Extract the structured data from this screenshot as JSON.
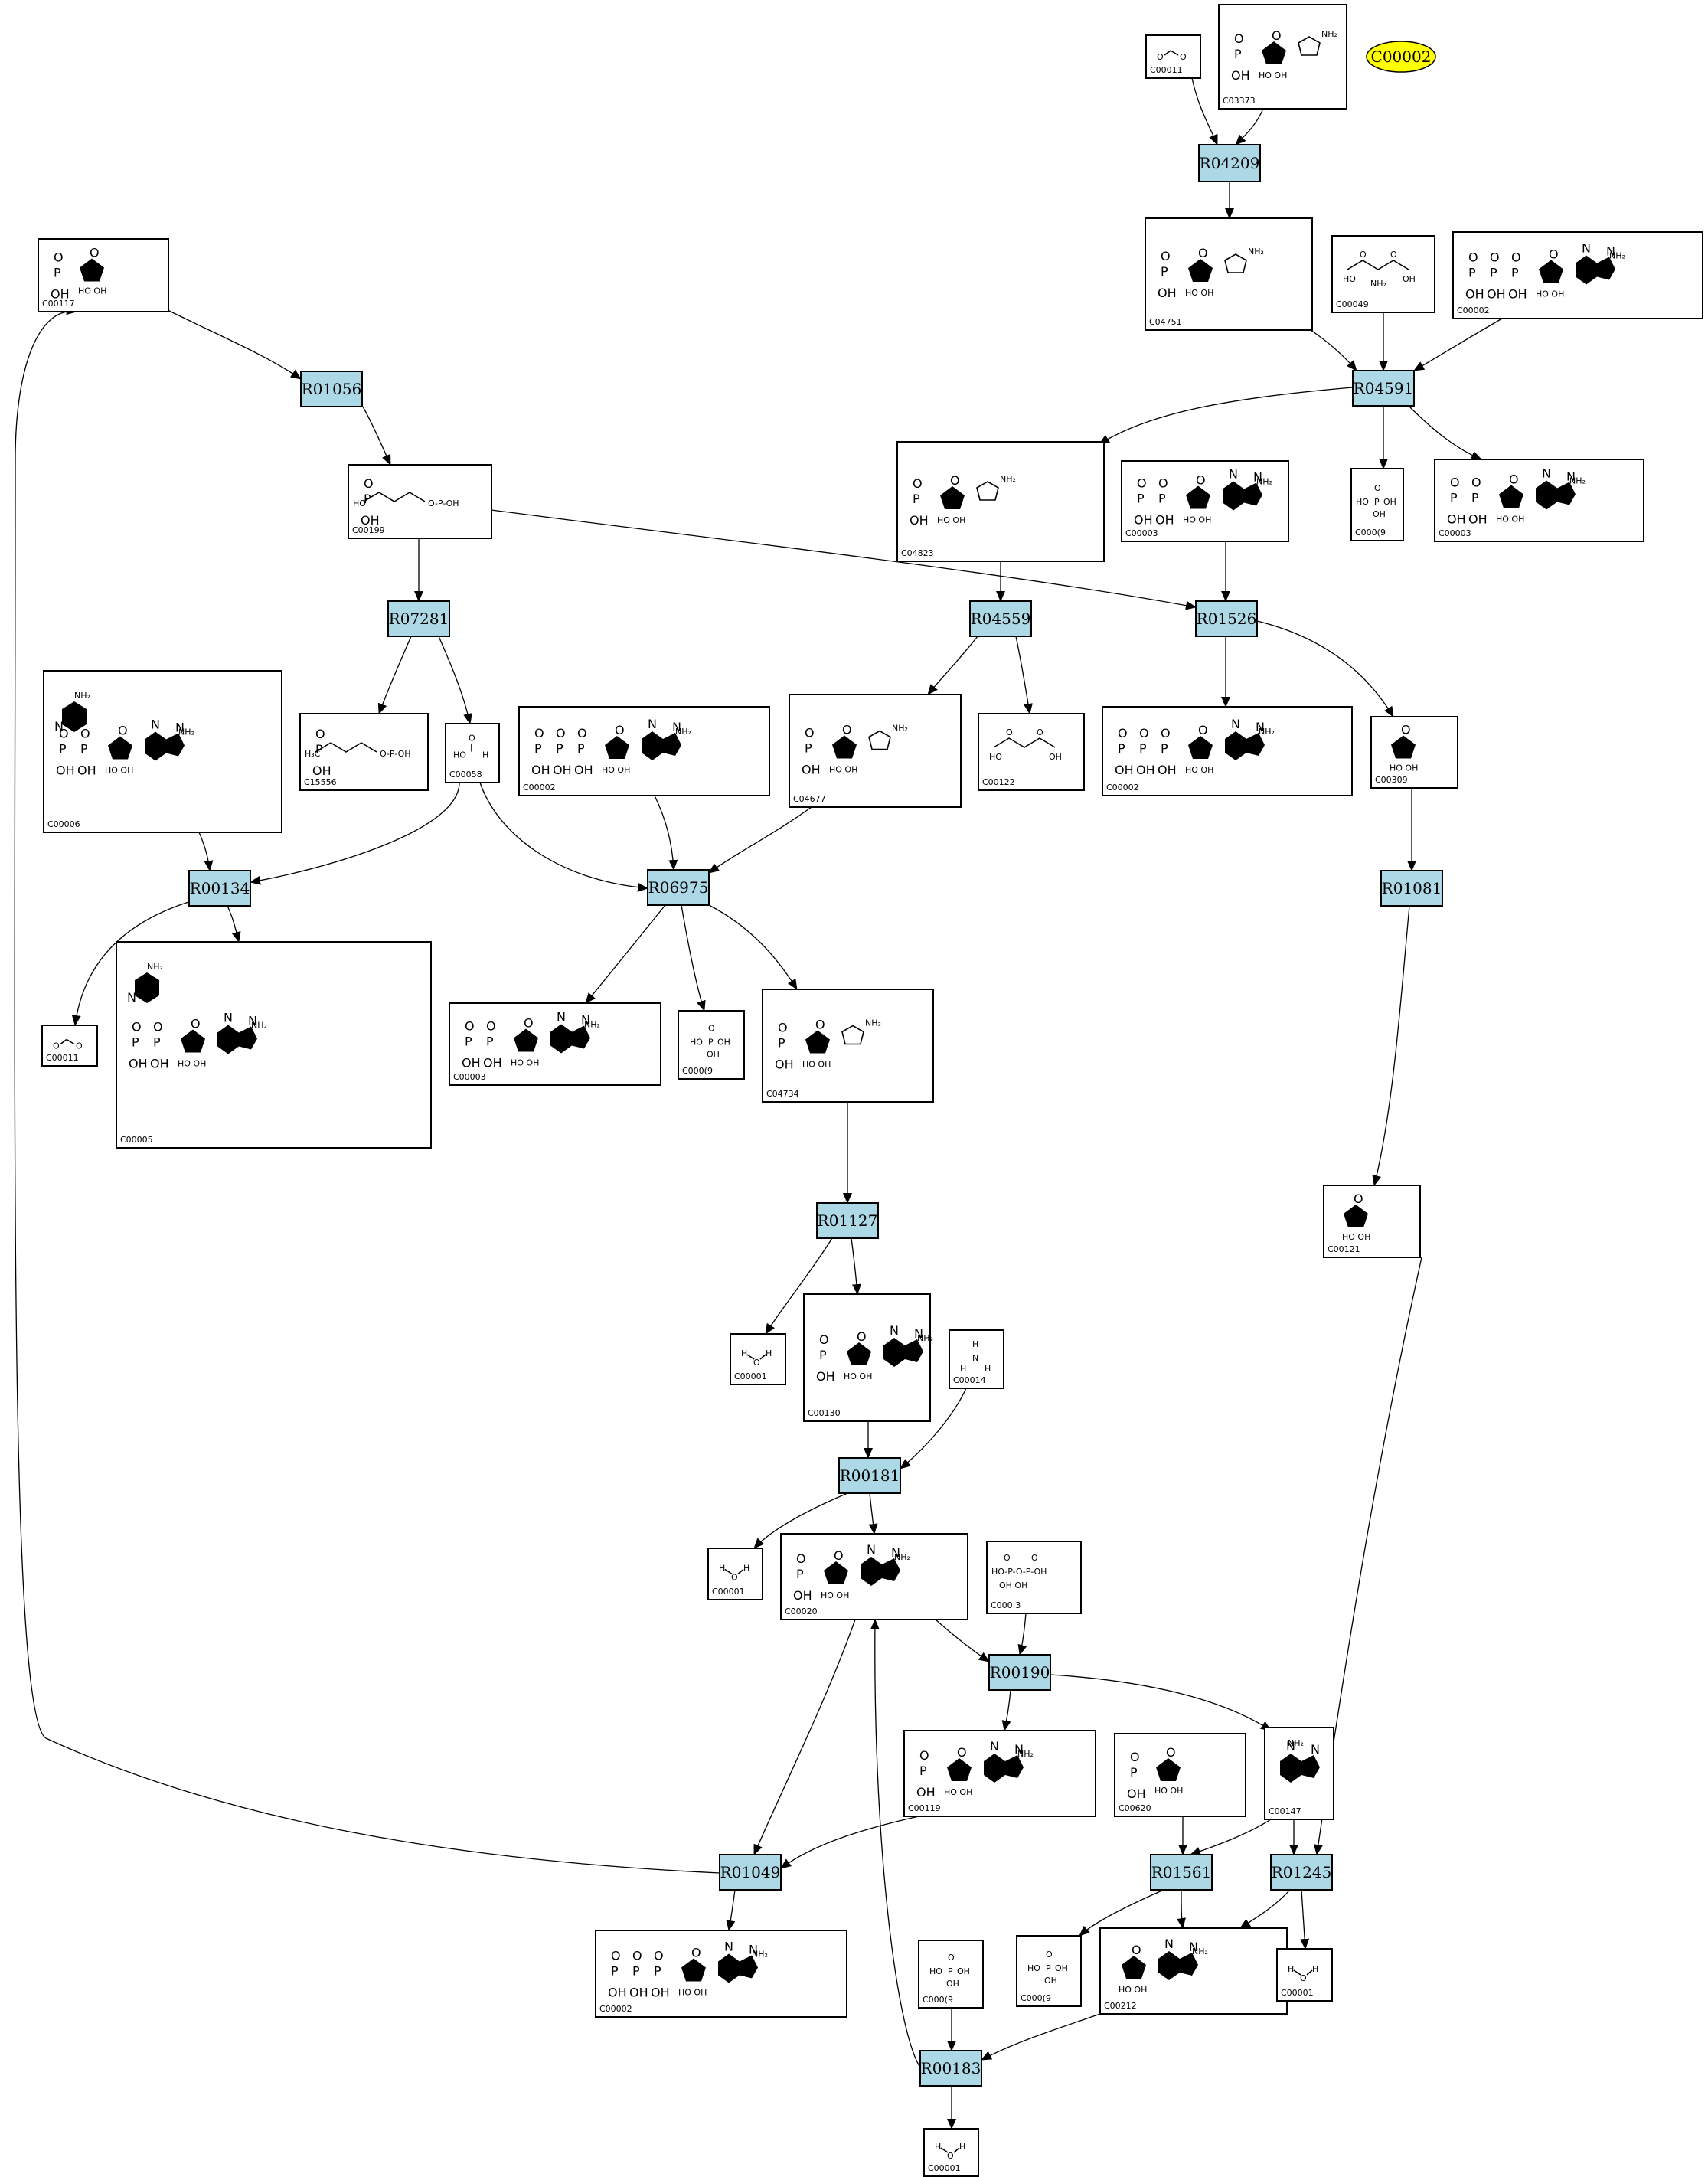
{
  "highlight": "C00002",
  "reactions": [
    "R04209",
    "R01056",
    "R04591",
    "R07281",
    "R04559",
    "R01526",
    "R00134",
    "R06975",
    "R01081",
    "R01127",
    "R00181",
    "R00190",
    "R01049",
    "R01561",
    "R01245",
    "R00183"
  ],
  "compounds": [
    "C00011",
    "C03373",
    "C00117",
    "C04751",
    "C00049",
    "C00002",
    "C00199",
    "C04823",
    "C00003",
    "C00009",
    "C00006",
    "C15556",
    "C00058",
    "C04677",
    "C00122",
    "C00309",
    "C00005",
    "C04734",
    "C00121",
    "C00001",
    "C00130",
    "C00014",
    "C00020",
    "C00013",
    "C00119",
    "C00620",
    "C00147",
    "C00212"
  ],
  "labels": {
    "C00009": "C000(9",
    "C00013": "C000:3"
  },
  "colors": {
    "reaction": "#add8e6",
    "highlight": "#ffff00"
  }
}
